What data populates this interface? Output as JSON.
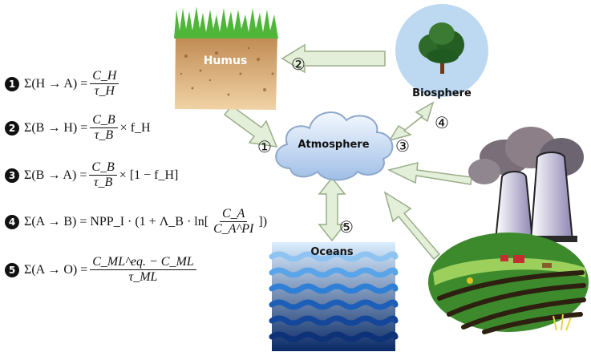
{
  "labels": {
    "humus": "Humus",
    "biosphere": "Biosphere",
    "atmosphere": "Atmosphere",
    "oceans": "Oceans"
  },
  "markers": [
    "①",
    "②",
    "③",
    "④",
    "⑤"
  ],
  "equations": [
    {
      "num": "1",
      "lhs": "Σ(H → A) =",
      "numer": "C_H",
      "denom": "τ_H",
      "tail": ""
    },
    {
      "num": "2",
      "lhs": "Σ(B → H) =",
      "numer": "C_B",
      "denom": "τ_B",
      "tail": "× f_H"
    },
    {
      "num": "3",
      "lhs": "Σ(B → A) =",
      "numer": "C_B",
      "denom": "τ_B",
      "tail": "× [1 − f_H]"
    },
    {
      "num": "4",
      "lhs": "Σ(A → B) = NPP_I · (1 + Λ_B · ln[",
      "numer": "C_A",
      "denom": "C_A^PI",
      "tail": "])"
    },
    {
      "num": "5",
      "lhs": "Σ(A → O) =",
      "numer": "C_ML^eq. − C_ML",
      "denom": "τ_ML",
      "tail": ""
    }
  ],
  "colors": {
    "arrow_fill": "#e4efd9",
    "arrow_stroke": "#9aae8a",
    "cloud_fill": "#bcd3ec",
    "ocean_dark": "#0b2a66",
    "ocean_light": "#3f8fe0"
  }
}
